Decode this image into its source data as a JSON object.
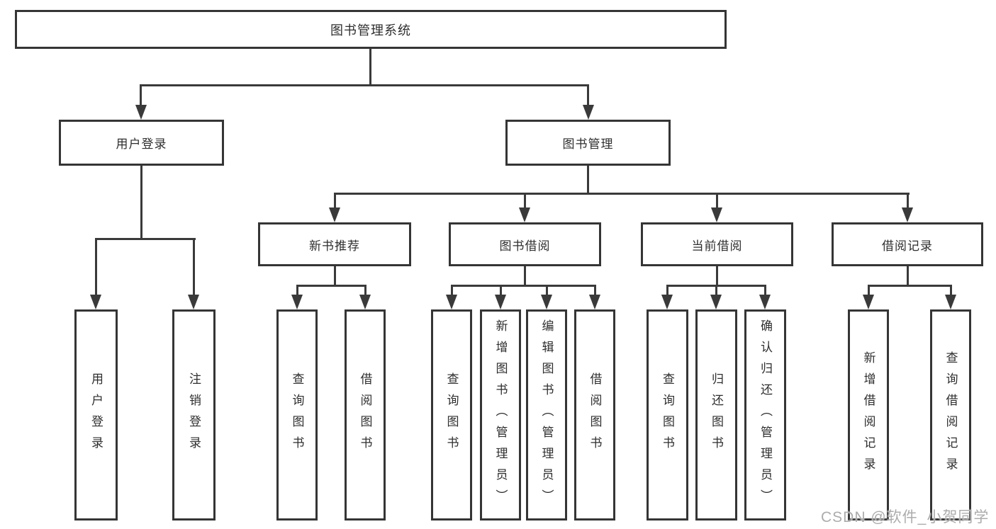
{
  "tree": {
    "root": {
      "label": "图书管理系统"
    },
    "branches": [
      {
        "label": "用户登录",
        "children": [
          {
            "label": "用户登录"
          },
          {
            "label": "注销登录"
          }
        ]
      },
      {
        "label": "图书管理",
        "sections": [
          {
            "label": "新书推荐",
            "children": [
              {
                "label": "查询图书"
              },
              {
                "label": "借阅图书"
              }
            ]
          },
          {
            "label": "图书借阅",
            "children": [
              {
                "label": "查询图书"
              },
              {
                "label": "新增图书（管理员）"
              },
              {
                "label": "编辑图书（管理员）"
              },
              {
                "label": "借阅图书"
              }
            ]
          },
          {
            "label": "当前借阅",
            "children": [
              {
                "label": "查询图书"
              },
              {
                "label": "归还图书"
              },
              {
                "label": "确认归还（管理员）"
              }
            ]
          },
          {
            "label": "借阅记录",
            "children": [
              {
                "label": "新增借阅记录"
              },
              {
                "label": "查询借阅记录"
              }
            ]
          }
        ]
      }
    ]
  },
  "watermark": {
    "text": "CSDN @软件_小贺同学"
  },
  "colors": {
    "line": "#3a3a3a",
    "border": "#353535",
    "text": "#2e2e2e",
    "background": "#ffffff",
    "watermark": "#acacac"
  }
}
